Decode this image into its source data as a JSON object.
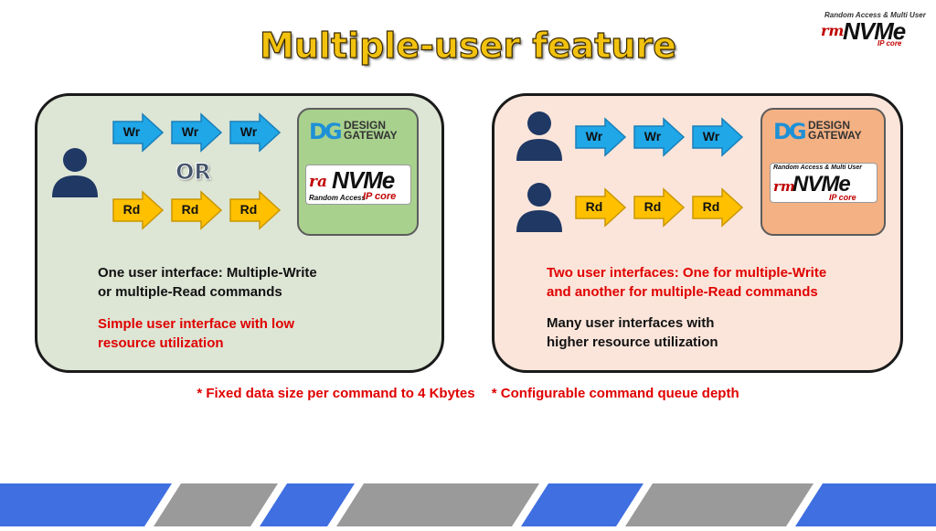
{
  "title": "Multiple-user feature",
  "corner_logo": {
    "tagline": "Random Access & Multi User",
    "prefix": "rm",
    "brand": "NVMe",
    "sub": "IP core"
  },
  "left_panel": {
    "write_label": "Wr",
    "read_label": "Rd",
    "or_label": "OR",
    "ip": {
      "dg_mark": "DG",
      "dg_line1": "DESIGN",
      "dg_line2": "GATEWAY",
      "logo_prefix": "ra",
      "logo_brand": "NVMe",
      "logo_sub": "Random Access",
      "logo_core": "IP core"
    },
    "desc_line1": "One user interface: Multiple-Write",
    "desc_line2": "or multiple-Read commands",
    "highlight_line1": "Simple user interface with low",
    "highlight_line2": "resource utilization"
  },
  "right_panel": {
    "write_label": "Wr",
    "read_label": "Rd",
    "ip": {
      "dg_mark": "DG",
      "dg_line1": "DESIGN",
      "dg_line2": "GATEWAY",
      "logo_tagline": "Random Access & Multi User",
      "logo_prefix": "rm",
      "logo_brand": "NVMe",
      "logo_core": "IP core"
    },
    "highlight_line1": "Two user interfaces: One for multiple-Write",
    "highlight_line2": "and another for multiple-Read commands",
    "desc_line1": "Many user interfaces with",
    "desc_line2": "higher resource utilization"
  },
  "footnotes": [
    "* Fixed data size per command to 4 Kbytes",
    "* Configurable command queue depth"
  ],
  "colors": {
    "title": "#f2c20f",
    "left_panel_bg": "#dde5d5",
    "right_panel_bg": "#fbe5da",
    "ip_left_bg": "#a9d18e",
    "ip_right_bg": "#f4b183",
    "write_arrow": "#1fa7e8",
    "read_arrow": "#ffc000",
    "user_icon": "#1f3864",
    "highlight_text": "#e00000",
    "stripe_blue": "#3f6fe0",
    "stripe_gray": "#9a9a9a"
  }
}
